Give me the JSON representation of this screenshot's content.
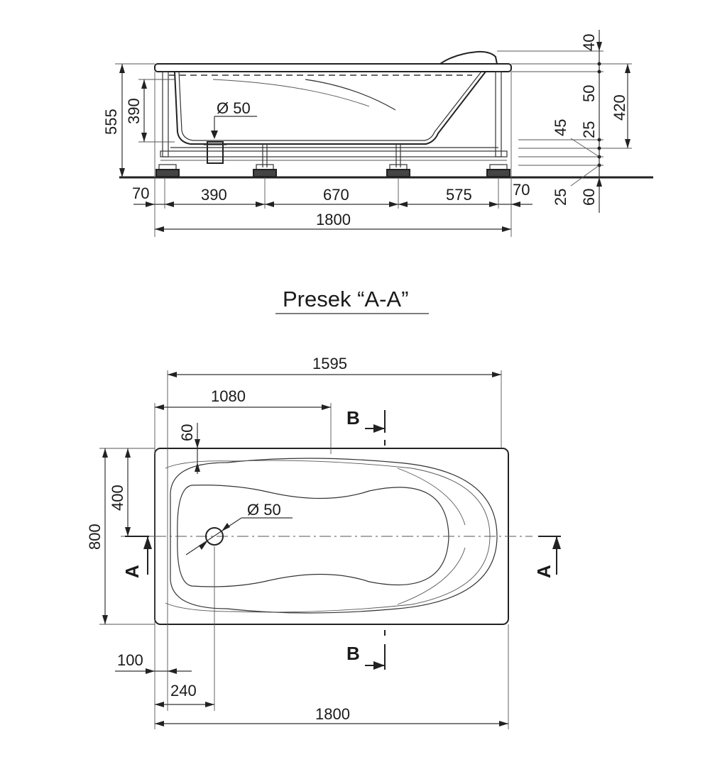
{
  "section_title": "Presek “A-A”",
  "side_view": {
    "dims_horizontal": {
      "left_offset": "70",
      "span_1": "390",
      "span_2": "670",
      "span_3": "575",
      "right_offset": "70",
      "total_length": "1800"
    },
    "dims_vertical_left": {
      "total_height": "555",
      "inner_depth": "390"
    },
    "drain_label": "Ø 50",
    "dims_vertical_right": {
      "headrest": "40",
      "rim": "50",
      "total_right": "420",
      "lower_a": "25",
      "lower_b": "45",
      "bottom_a": "25",
      "bottom_b": "60"
    }
  },
  "top_view": {
    "inner_length": "1595",
    "drain_to_rim": "1080",
    "rim_offset": "60",
    "half_width": "400",
    "total_width": "800",
    "drain_label": "Ø 50",
    "wall_offset": "100",
    "drain_offset": "240",
    "total_length": "1800",
    "section_mark_b": "B",
    "section_mark_a": "A"
  }
}
